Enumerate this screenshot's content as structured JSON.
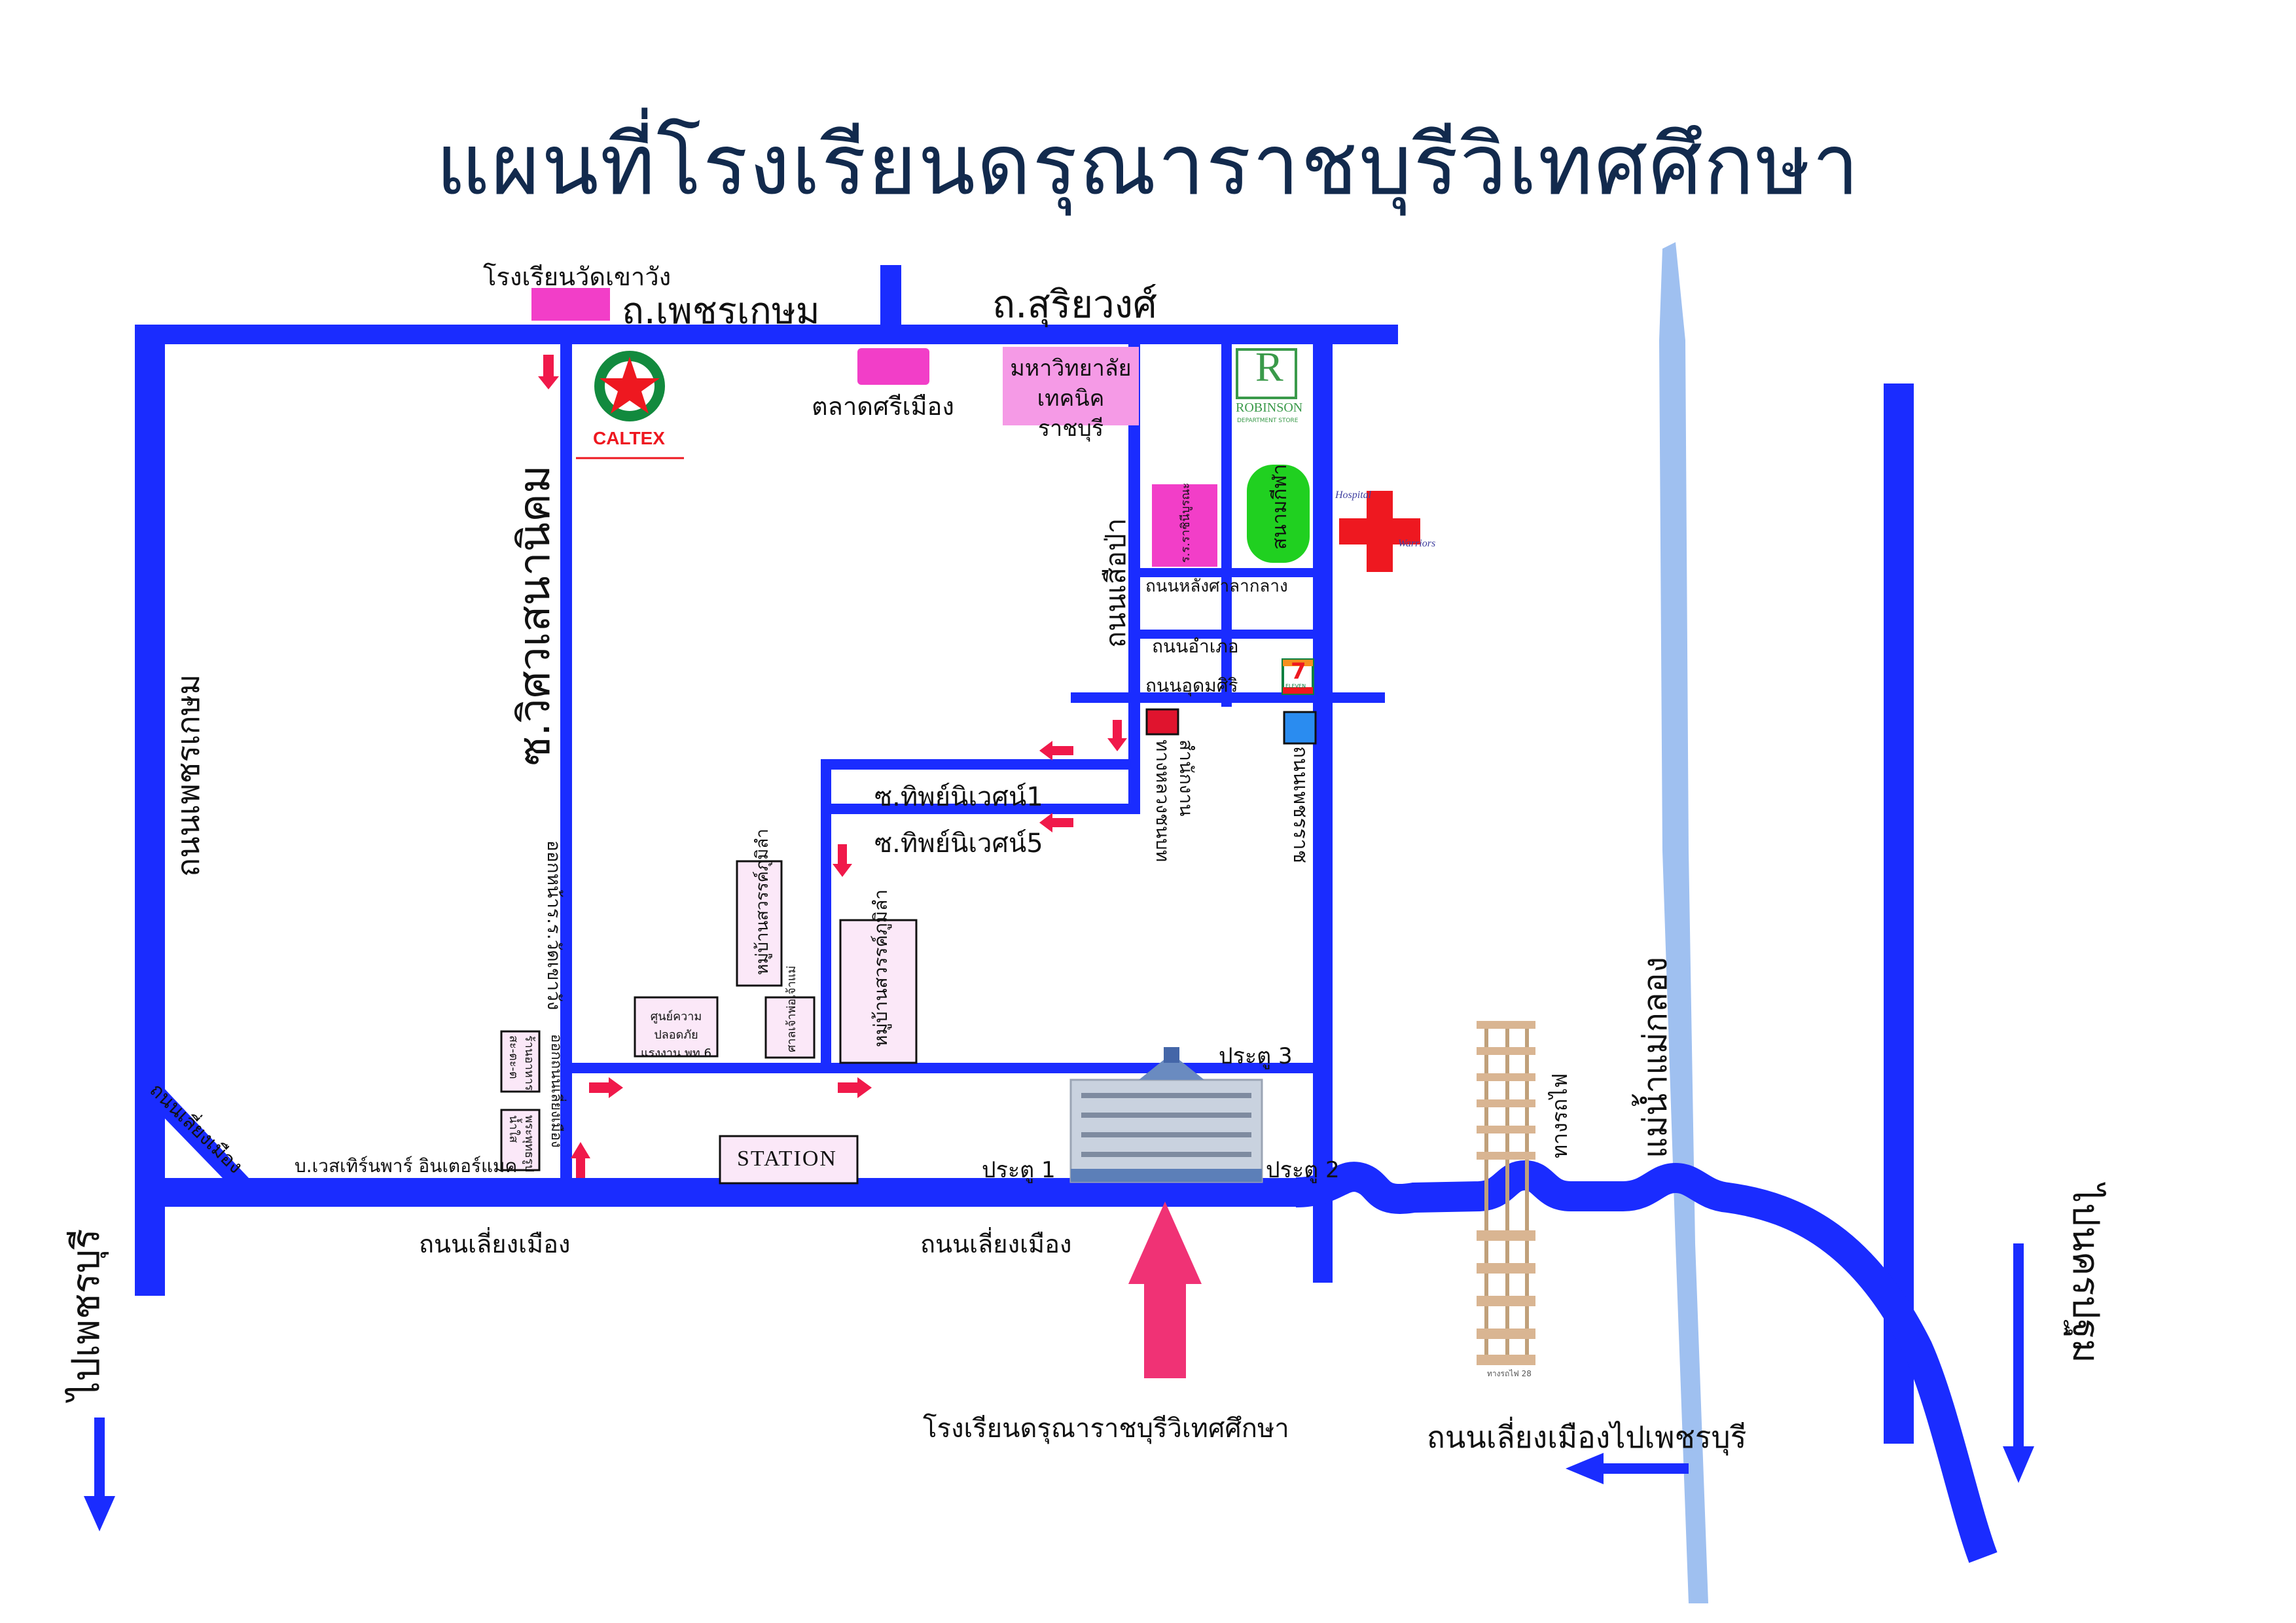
{
  "title": "แผนที่โรงเรียนดรุณาราชบุรีวิเทศศึกษา",
  "colors": {
    "road": "#1a2cff",
    "river": "#9fc0f0",
    "arrow_red": "#f0194a",
    "arrow_pink": "#f03275",
    "title": "#122a4d"
  },
  "roads": {
    "phetkasem_top": "ถ.เพชรเกษม",
    "suriyawong": "ถ.สุริยวงศ์",
    "soi_wat_sena_nikhom": "ซ.วิศวเสนานิคม",
    "phetkasem_left": "ถนนเพชรเกษม",
    "suea_pa": "ถนนเสือป่า",
    "lang_sala_klang": "ถนนหลังศาลากลาง",
    "amphoe": "ถนนอำเภอ",
    "udom_sri": "ถนนอุดมศิริ",
    "soi_thip_niwet_1": "ซ.ทิพย์นิเวศน์1",
    "soi_thip_niwet_5": "ซ.ทิพย์นิเวศน์5",
    "phetcharat": "ถนนเพชรราช",
    "bypass_diag": "ถนนเลี่ยงเมือง",
    "bypass_1": "ถนนเลี่ยงเมือง",
    "bypass_2": "ถนนเลี่ยงเมือง",
    "bypass_to_phetchaburi": "ถนนเลี่ยงเมืองไปเพชรบุรี",
    "via_school": "ออกหน้าร.ร.วัดเขาวัง",
    "via_bypass": "ออกถนนเลี่ยงเมือง"
  },
  "directions": {
    "to_phetchaburi": "ไปเพชรบุรี",
    "to_nakhon_pathom": "ไปนครปฐม"
  },
  "places": {
    "wat_khao_wang_school": "โรงเรียนวัดเขาวัง",
    "caltex": "CALTEX",
    "sri_mueang_market": "ตลาดศรีเมือง",
    "university": "มหาวิทยาลัย\nเทคนิคราชบุรี",
    "robinson_logo": "R",
    "robinson_name": "ROBINSON",
    "robinson_sub": "DEPARTMENT STORE",
    "stadium": "สนามกีฬา",
    "school_small": "ร.ร.ราชินีบูรณะ",
    "hospital_top": "Hospital",
    "hospital_bottom": "Warriors",
    "seven_eleven": "7",
    "seven_eleven_sub": "ELEVEN",
    "highway_office": "สำนักงาน\nทางหลวงชนบท",
    "village_1": "หมู่บ้านสวรรค์ภูมิลำ",
    "village_2": "หมู่บ้านสวรรค์ภูมิลำ",
    "shrine": "ศาลเจ้าพ่อเจ้าแม่",
    "safety_center": "ศูนย์ความปลอดภัย\nแรงงาน พท.6",
    "restaurant": "ร้านอาหาร\nสะ-ตะ-ต",
    "western_park": "บ.เวสเทิร์นพาร์ อินเตอร์แมค",
    "police": "พระพุทธรูป\nน้ำใส",
    "station": "STATION",
    "gate_1": "ประตู 1",
    "gate_2": "ประตู 2",
    "gate_3": "ประตู 3",
    "railway": "ทางรถไฟ",
    "railway_caption": "ทางรถไฟ 28",
    "mae_klong": "แม่น้ำแม่กลอง",
    "school": "โรงเรียนดรุณาราชบุรีวิเทศศึกษา"
  },
  "icons": [
    "caltex-star-icon",
    "robinson-logo-icon",
    "seven-eleven-icon",
    "hospital-cross-icon",
    "school-building-icon",
    "railway-track-icon",
    "direction-arrow-icon"
  ]
}
